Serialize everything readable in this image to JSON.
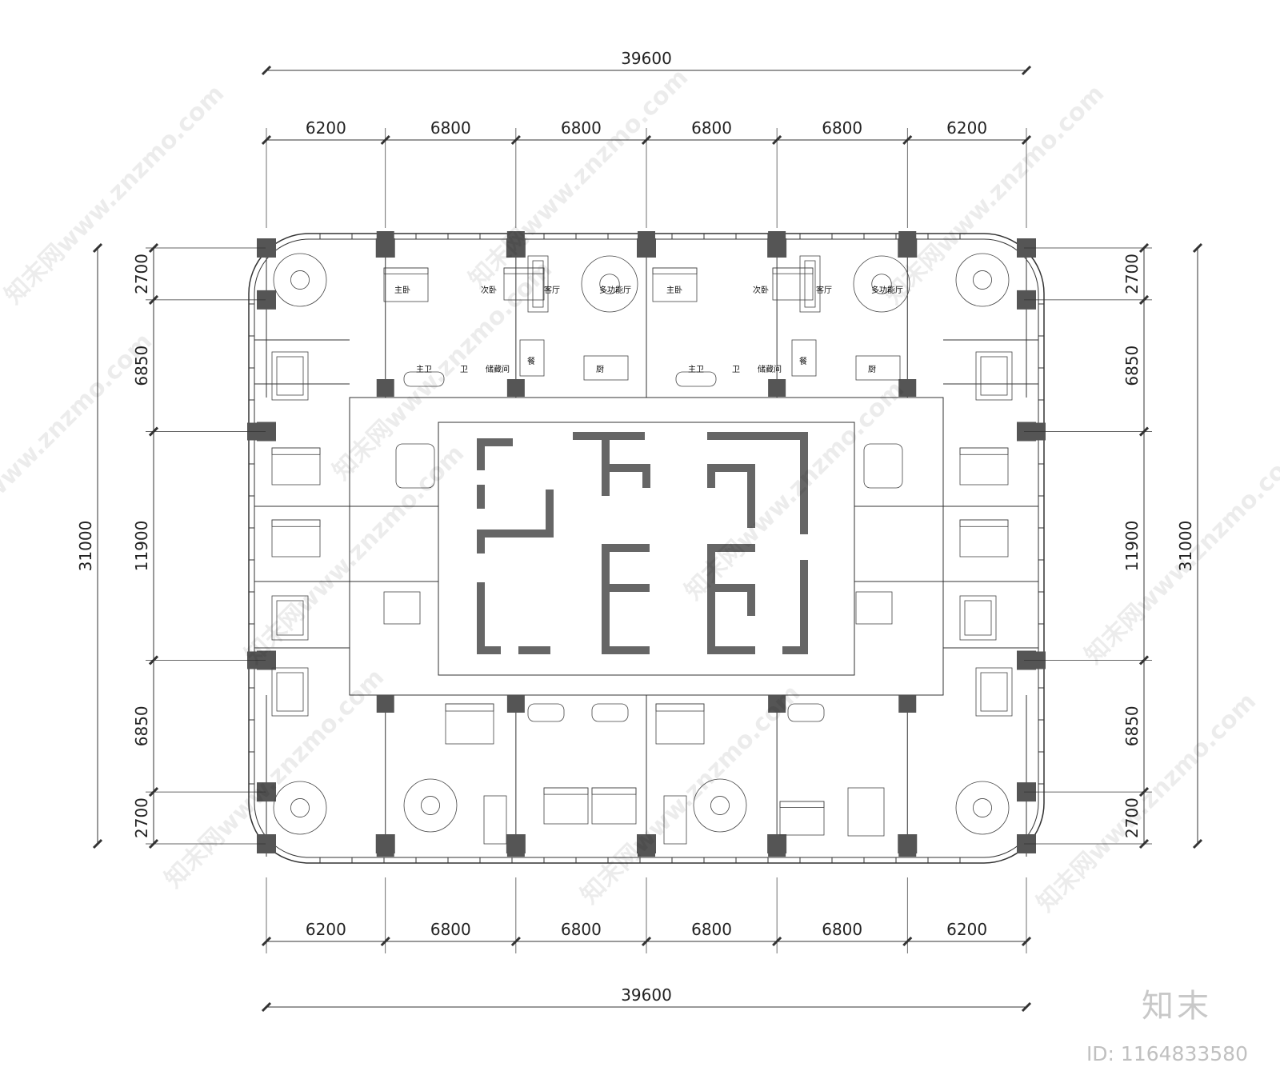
{
  "drawing": {
    "total_width_top": "39600",
    "total_width_bottom": "39600",
    "column_spans_top": [
      "6200",
      "6800",
      "6800",
      "6800",
      "6800",
      "6200"
    ],
    "column_spans_bottom": [
      "6200",
      "6800",
      "6800",
      "6800",
      "6800",
      "6200"
    ],
    "total_height_left": "31000",
    "total_height_right": "31000",
    "row_spans_left": [
      "2700",
      "6850",
      "11900",
      "6850",
      "2700"
    ],
    "row_spans_right": [
      "2700",
      "6850",
      "11900",
      "6850",
      "2700"
    ]
  },
  "room_labels": {
    "master_bedroom": "主卧",
    "second_bedroom": "次卧",
    "living_room": "客厅",
    "multi_hall": "多功能厅",
    "master_bath": "主卫",
    "bath": "卫",
    "storage": "储藏间",
    "dining": "餐",
    "kitchen": "厨"
  },
  "watermark": {
    "text": "知末网www.znzmo.com",
    "brand": "知末",
    "id_text": "ID: 1164833580"
  }
}
